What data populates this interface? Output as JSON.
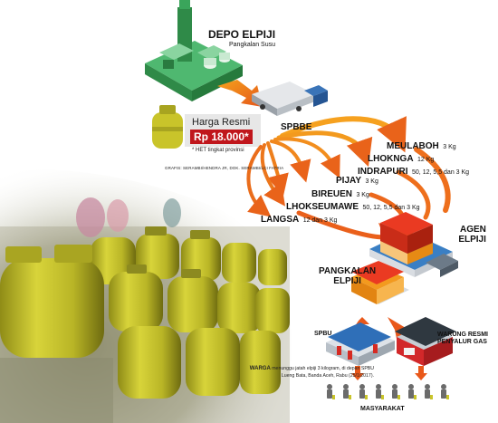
{
  "flow": {
    "depo": {
      "title": "DEPO ELPIJI",
      "subtitle": "Pangkalan Susu"
    },
    "spbbe": "SPBBE",
    "price": {
      "title": "Harga Resmi",
      "value": "Rp 18.000*",
      "note": "* HET tingkat provinsi"
    },
    "credit": "GRAFIS: SERAMBI/HENDRA JR,  DOK. SERAMBI/LCI FATRIA",
    "cities": [
      {
        "name": "MEULABOH",
        "sizes": "3 Kg"
      },
      {
        "name": "LHOKNGA",
        "sizes": "12 Kg"
      },
      {
        "name": "INDRAPURI",
        "sizes": "50, 12, 5,5 dan 3 Kg"
      },
      {
        "name": "PIJAY",
        "sizes": "3 Kg"
      },
      {
        "name": "BIREUEN",
        "sizes": "3 Kg"
      },
      {
        "name": "LHOKSEUMAWE",
        "sizes": "50, 12, 5,5 dan 3 Kg"
      },
      {
        "name": "LANGSA",
        "sizes": "12 dan 3 Kg"
      }
    ],
    "agen": {
      "line1": "AGEN",
      "line2": "ELPIJI"
    },
    "pangkalan": {
      "line1": "PANGKALAN",
      "line2": "ELPIJI"
    },
    "spbu": "SPBU",
    "warung": {
      "line1": "WARUNG RESMI",
      "line2": "PENYALUR GAS"
    },
    "masyarakat": "MASYARAKAT"
  },
  "caption": {
    "lead": "WARGA",
    "text": "menunggu jatah elpiji 3 kilogram, di depan SPBU Lueng Bata, Banda Aceh, Rabu (25/1/2017)."
  },
  "colors": {
    "accent_orange": "#f07d1a",
    "price_red": "#c0161c",
    "tank_yellow": "#c9c42a",
    "factory_green": "#3aa55b",
    "roof_orange": "#f39a1e"
  }
}
